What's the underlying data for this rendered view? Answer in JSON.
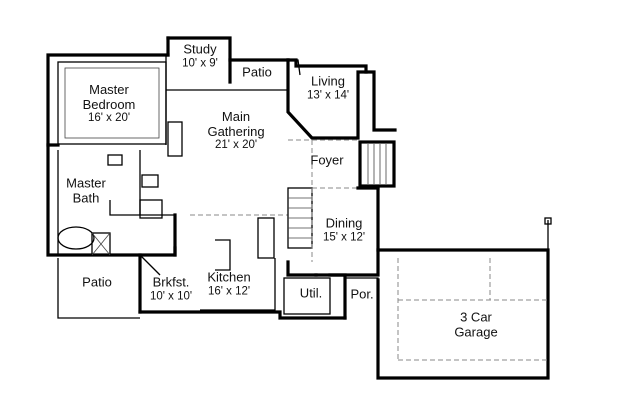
{
  "rooms": {
    "study": {
      "name": "Study",
      "dims": "10' x 9'"
    },
    "patio_top": {
      "name": "Patio"
    },
    "living": {
      "name": "Living",
      "dims": "13' x 14'"
    },
    "master_bedroom": {
      "name_line1": "Master",
      "name_line2": "Bedroom",
      "dims": "16' x 20'"
    },
    "main_gathering": {
      "name_line1": "Main",
      "name_line2": "Gathering",
      "dims": "21' x 20'"
    },
    "foyer": {
      "name": "Foyer"
    },
    "master_bath": {
      "name_line1": "Master",
      "name_line2": "Bath"
    },
    "dining": {
      "name": "Dining",
      "dims": "15' x 12'"
    },
    "patio_bottom": {
      "name": "Patio"
    },
    "breakfast": {
      "name": "Brkfst.",
      "dims": "10' x 10'"
    },
    "kitchen": {
      "name": "Kitchen",
      "dims": "16' x 12'"
    },
    "utility": {
      "name": "Util."
    },
    "porch": {
      "name": "Por."
    },
    "garage": {
      "name_line1": "3 Car",
      "name_line2": "Garage"
    }
  }
}
